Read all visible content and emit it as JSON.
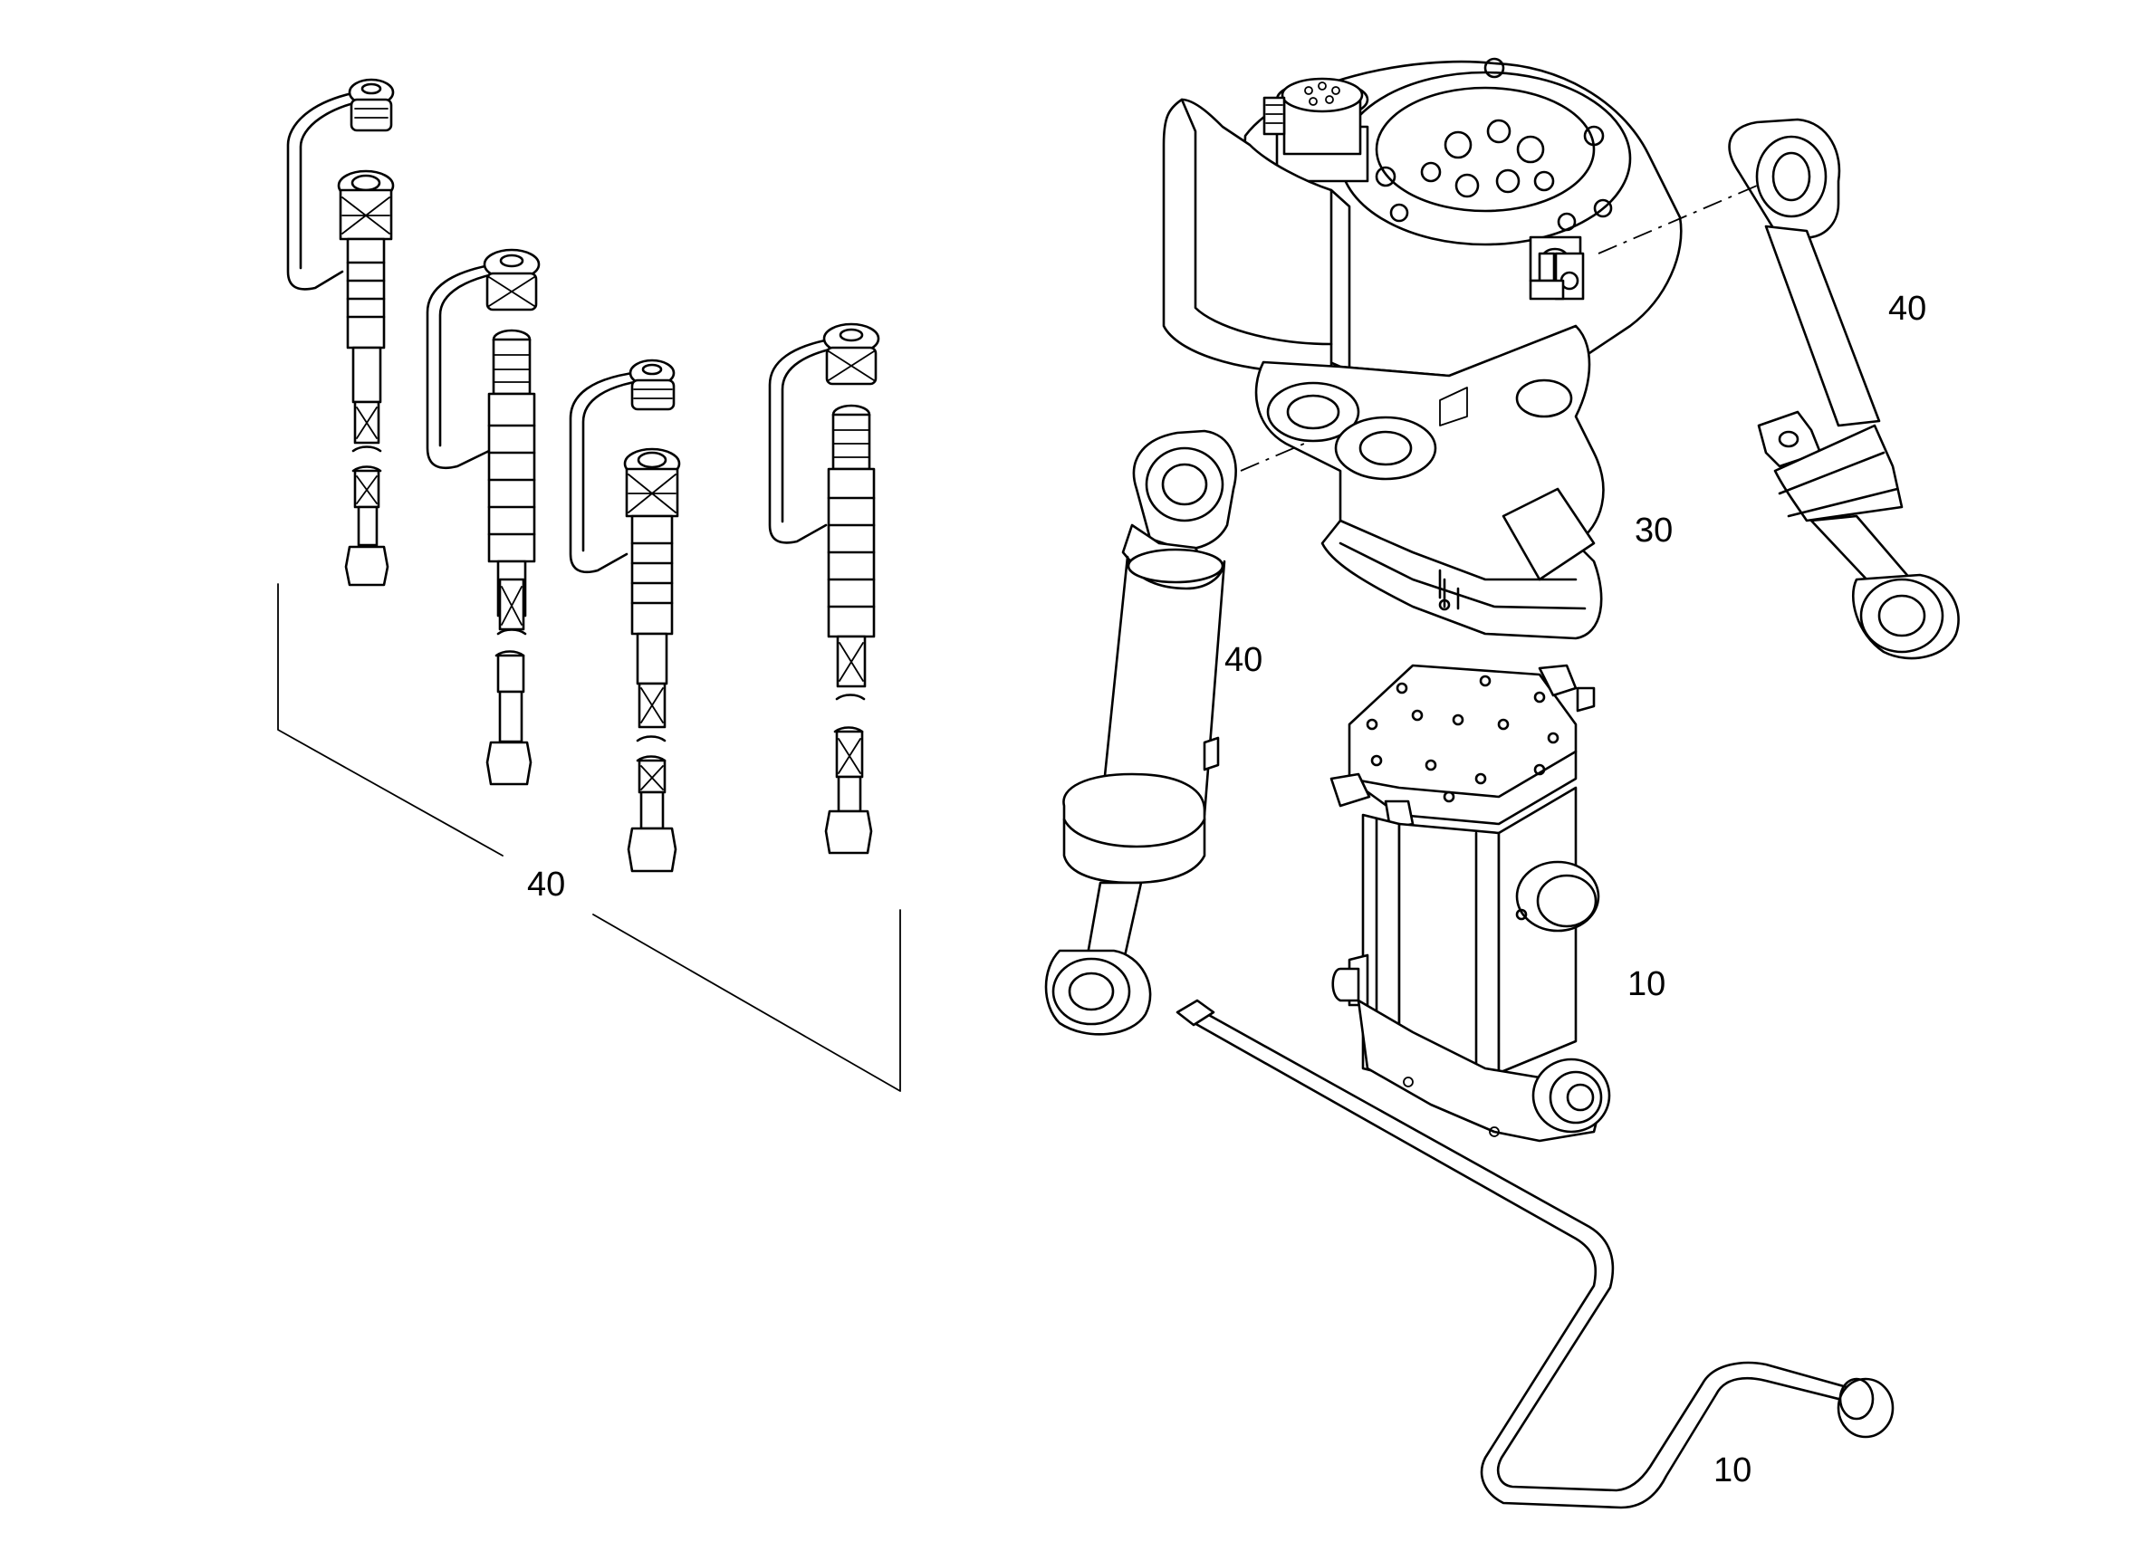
{
  "callouts": {
    "hose_kit": "40",
    "cylinder_left": "40",
    "cylinder_right": "40",
    "lift_housing": "30",
    "valve_block": "10",
    "pipe": "10"
  }
}
